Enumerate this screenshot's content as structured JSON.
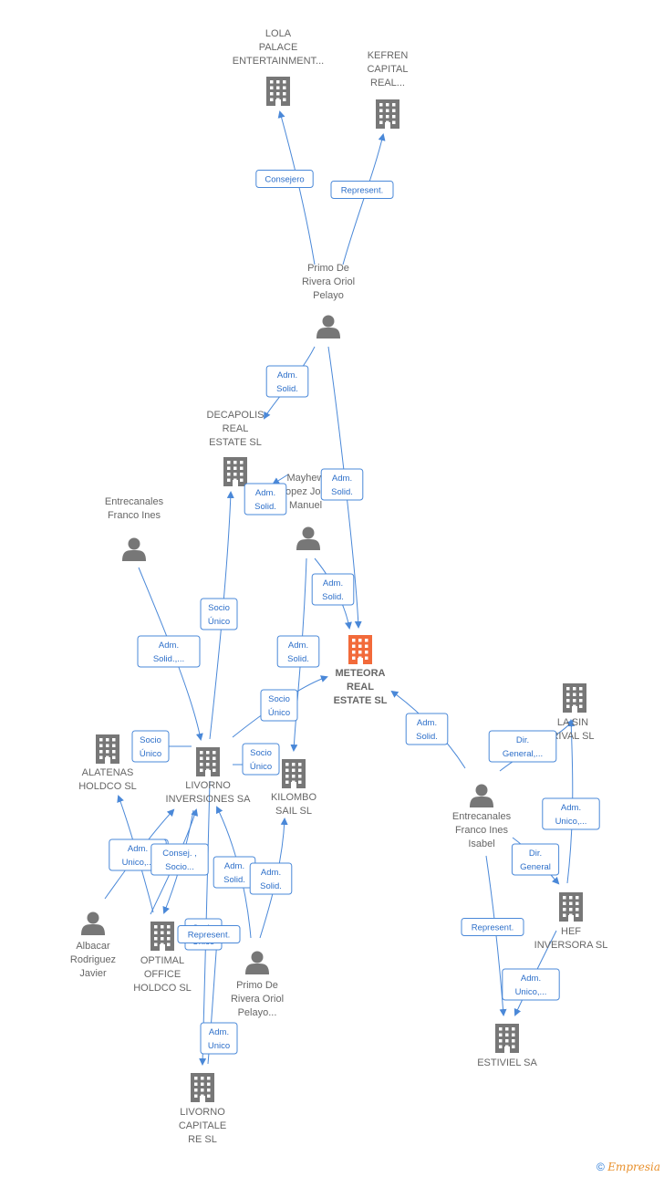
{
  "nodes": [
    {
      "id": "lola",
      "type": "company",
      "label": [
        "LOLA",
        "PALACE",
        "ENTERTAINMENT..."
      ]
    },
    {
      "id": "kefren",
      "type": "company",
      "label": [
        "KEFREN",
        "CAPITAL",
        "REAL..."
      ]
    },
    {
      "id": "primo1",
      "type": "person",
      "label": [
        "Primo De",
        "Rivera Oriol",
        "Pelayo"
      ]
    },
    {
      "id": "decapolis",
      "type": "company",
      "label": [
        "DECAPOLIS",
        "REAL",
        "ESTATE  SL"
      ]
    },
    {
      "id": "mayhew",
      "type": "person",
      "label": [
        "Mayhew",
        "Lopez Jose",
        "Manuel"
      ]
    },
    {
      "id": "entrecanales1",
      "type": "person",
      "label": [
        "Entrecanales",
        "Franco Ines"
      ]
    },
    {
      "id": "meteora",
      "type": "company-focus",
      "label": [
        "METEORA",
        "REAL",
        "ESTATE  SL"
      ]
    },
    {
      "id": "lasin",
      "type": "company",
      "label": [
        "LA SIN",
        "RIVAL SL"
      ]
    },
    {
      "id": "alatenas",
      "type": "company",
      "label": [
        "ALATENAS",
        "HOLDCO  SL"
      ]
    },
    {
      "id": "livorno",
      "type": "company",
      "label": [
        "LIVORNO",
        "INVERSIONES SA"
      ]
    },
    {
      "id": "kilombo",
      "type": "company",
      "label": [
        "KILOMBO",
        "SAIL  SL"
      ]
    },
    {
      "id": "entrecanales2",
      "type": "person",
      "label": [
        "Entrecanales",
        "Franco Ines",
        "Isabel"
      ]
    },
    {
      "id": "albacar",
      "type": "person",
      "label": [
        "Albacar",
        "Rodriguez",
        "Javier"
      ]
    },
    {
      "id": "optimal",
      "type": "company",
      "label": [
        "OPTIMAL",
        "OFFICE",
        "HOLDCO  SL"
      ]
    },
    {
      "id": "primo2",
      "type": "person",
      "label": [
        "Primo De",
        "Rivera Oriol",
        "Pelayo..."
      ]
    },
    {
      "id": "hef",
      "type": "company",
      "label": [
        "HEF",
        "INVERSORA SL"
      ]
    },
    {
      "id": "estiviel",
      "type": "company",
      "label": [
        "ESTIVIEL SA"
      ]
    },
    {
      "id": "livornocap",
      "type": "company",
      "label": [
        "LIVORNO",
        "CAPITALE",
        "RE  SL"
      ]
    }
  ],
  "edges": [
    {
      "from": "primo1",
      "to": "lola",
      "label": [
        "Consejero"
      ]
    },
    {
      "from": "primo1",
      "to": "kefren",
      "label": [
        "Represent."
      ]
    },
    {
      "from": "primo1",
      "to": "decapolis",
      "label": [
        "Adm.",
        "Solid."
      ]
    },
    {
      "from": "primo1",
      "to": "meteora",
      "label": [
        "Adm.",
        "Solid."
      ]
    },
    {
      "from": "livorno",
      "to": "decapolis",
      "label": [
        "Socio",
        "Único"
      ]
    },
    {
      "from": "mayhew",
      "to": "decapolis",
      "label": [
        "Adm.",
        "Solid."
      ]
    },
    {
      "from": "mayhew",
      "to": "meteora",
      "label": [
        "Adm.",
        "Solid."
      ]
    },
    {
      "from": "mayhew",
      "to": "kilombo",
      "label": [
        "Adm.",
        "Solid."
      ]
    },
    {
      "from": "entrecanales1",
      "to": "livorno",
      "label": [
        "Adm.",
        "Solid.,..."
      ]
    },
    {
      "from": "livorno",
      "to": "meteora",
      "label": [
        "Socio",
        "Único"
      ]
    },
    {
      "from": "livorno",
      "to": "alatenas",
      "label": [
        "Socio",
        "Único"
      ]
    },
    {
      "from": "livorno",
      "to": "kilombo",
      "label": [
        "Socio",
        "Único"
      ]
    },
    {
      "from": "entrecanales2",
      "to": "meteora",
      "label": [
        "Adm.",
        "Solid."
      ]
    },
    {
      "from": "entrecanales2",
      "to": "lasin",
      "label": [
        "Dir.",
        "General,..."
      ]
    },
    {
      "from": "entrecanales2",
      "to": "hef",
      "label": [
        "Dir.",
        "General"
      ]
    },
    {
      "from": "entrecanales2",
      "to": "estiviel",
      "label": [
        "Represent."
      ]
    },
    {
      "from": "hef",
      "to": "lasin",
      "label": [
        "Adm.",
        "Unico,..."
      ]
    },
    {
      "from": "hef",
      "to": "estiviel",
      "label": [
        "Adm.",
        "Unico,..."
      ]
    },
    {
      "from": "albacar",
      "to": "livorno",
      "label": [
        "Adm.",
        "Unico,..."
      ]
    },
    {
      "from": "albacar",
      "to": "alatenas",
      "label": [
        "Adm.",
        "Unico,..."
      ]
    },
    {
      "from": "livorno",
      "to": "optimal",
      "label": [
        "Consej. ,",
        "Socio..."
      ]
    },
    {
      "from": "livorno",
      "to": "livornocap",
      "label": [
        "Socio",
        "Único"
      ]
    },
    {
      "from": "optimal",
      "to": "livorno",
      "label": [
        "Represent."
      ]
    },
    {
      "from": "primo2",
      "to": "livorno",
      "label": [
        "Adm.",
        "Solid."
      ]
    },
    {
      "from": "primo2",
      "to": "kilombo",
      "label": [
        "Adm.",
        "Solid."
      ]
    },
    {
      "from": "livornocap",
      "to": "livorno",
      "label": [
        "Adm.",
        "Unico"
      ]
    }
  ],
  "colors": {
    "edge": "#4a88d8",
    "icon": "#777777",
    "focus": "#f26a3a"
  },
  "footer": {
    "symbol": "©",
    "brand": "Empresia"
  }
}
